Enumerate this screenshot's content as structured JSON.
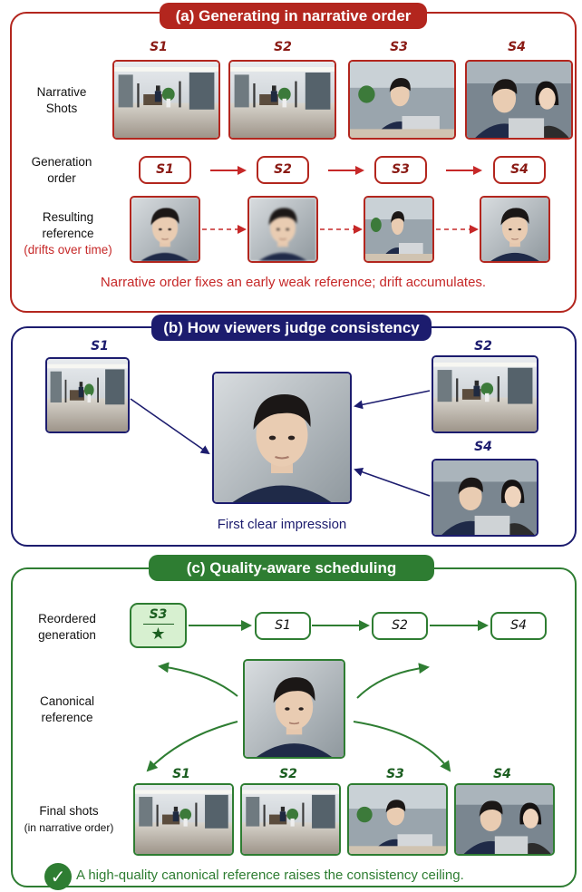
{
  "colors": {
    "red": "#b3261e",
    "navy": "#1c1c6e",
    "green": "#2e7d32",
    "green_fill": "#d7f0d0"
  },
  "panel_a": {
    "title": "(a) Generating in narrative order",
    "shot_labels": [
      "S1",
      "S2",
      "S3",
      "S4"
    ],
    "row1_label_line1": "Narrative",
    "row1_label_line2": "Shots",
    "row2_label_line1": "Generation",
    "row2_label_line2": "order",
    "order_pills": [
      "S1",
      "S2",
      "S3",
      "S4"
    ],
    "row3_label_line1": "Resulting",
    "row3_label_line2": "reference",
    "row3_label_line3": "(drifts over time)",
    "caption": "Narrative order fixes an early weak reference; drift accumulates."
  },
  "panel_b": {
    "title": "(b) How viewers judge consistency",
    "labels": [
      "S1",
      "S2",
      "S4"
    ],
    "caption": "First clear impression"
  },
  "panel_c": {
    "title": "(c) Quality-aware scheduling",
    "row1_label_line1": "Reordered",
    "row1_label_line2": "generation",
    "star_label": "S3",
    "star_icon": "★",
    "order_pills": [
      "S1",
      "S2",
      "S4"
    ],
    "row2_label_line1": "Canonical",
    "row2_label_line2": "reference",
    "row3_label_line1": "Final shots",
    "row3_label_line2": "(in narrative order)",
    "final_labels": [
      "S1",
      "S2",
      "S3",
      "S4"
    ],
    "check_icon": "✓",
    "caption": "A high-quality canonical reference raises the consistency ceiling."
  }
}
